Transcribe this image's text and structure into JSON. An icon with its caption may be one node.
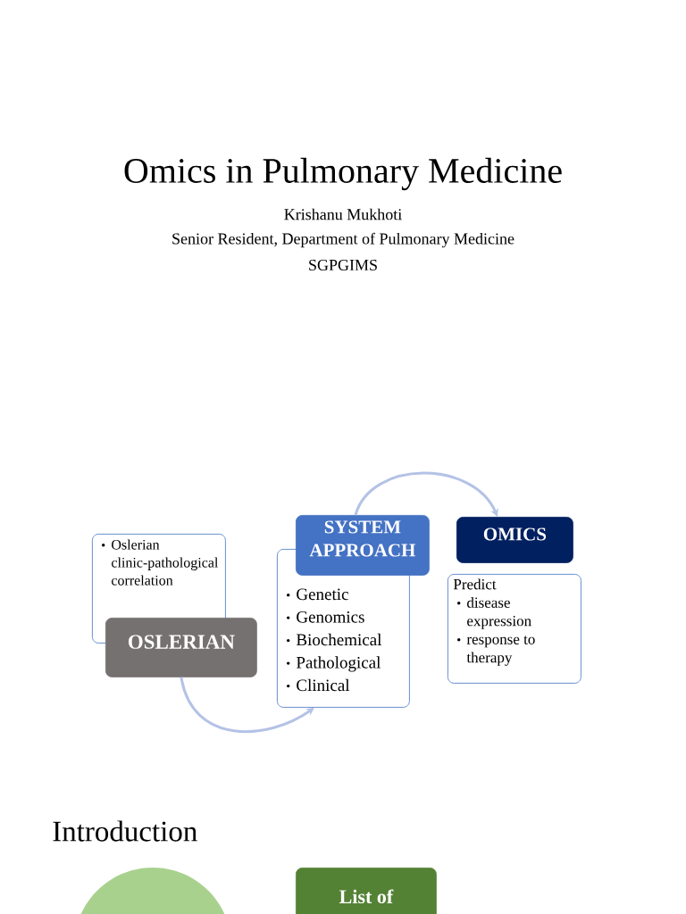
{
  "diagram": {
    "title": "Omics in Pulmonary Medicine",
    "nodes": [
      {
        "text": [
          "Oslerian clinic-pathological correlation"
        ]
      },
      {
        "text": [
          "OSLERIAN"
        ]
      },
      {
        "text": [
          "SYSTEM APPROACH"
        ]
      },
      {
        "text": [
          "Genetic",
          "Genomics",
          "Biochemical",
          "Pathological",
          "Clinical"
        ]
      },
      {
        "text": [
          "OMICS"
        ]
      },
      {
        "text": [
          "Predict",
          "disease expression",
          "response to therapy"
        ]
      },
      {
        "text": [],
        "shape": "circle"
      },
      {
        "text": [
          "List of"
        ]
      }
    ],
    "edges": [
      {
        "from": 1,
        "to": 3,
        "arrow": "to"
      },
      {
        "from": 2,
        "to": 4,
        "arrow": "to"
      }
    ],
    "labels": [
      "Krishanu Mukhoti",
      "Senior Resident, Department of Pulmonary Medicine",
      "SGPGIMS",
      "Introduction"
    ]
  }
}
